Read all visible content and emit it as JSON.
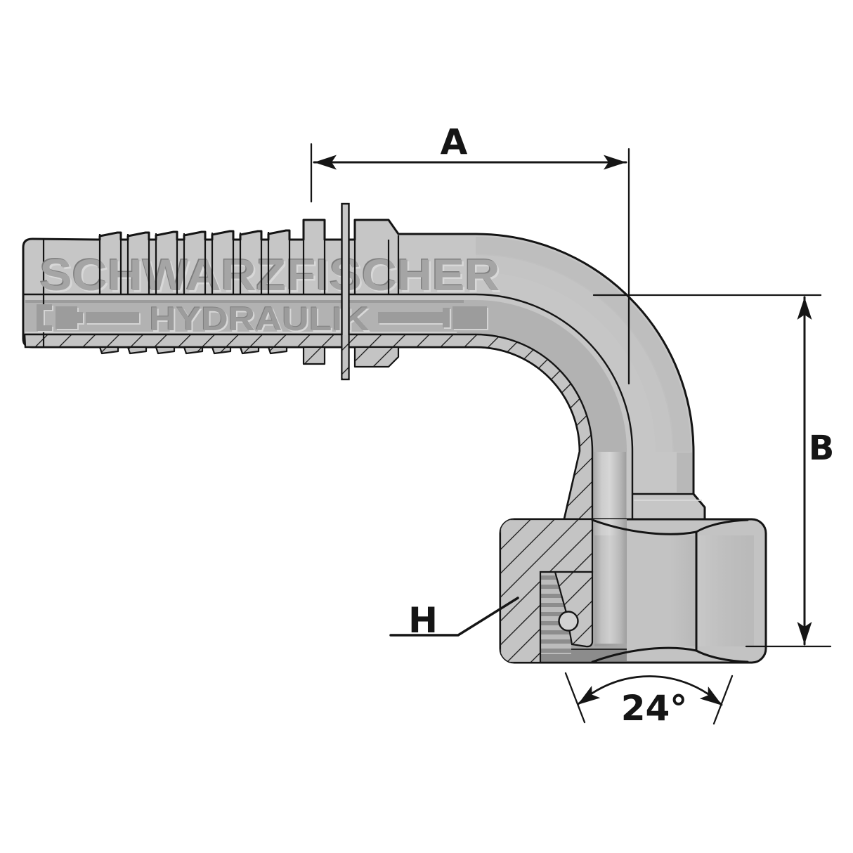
{
  "drawing": {
    "watermark": {
      "line1": "SCHWARZFISCHER",
      "line2": "HYDRAULIK"
    },
    "labels": {
      "dim_a": "A",
      "dim_b": "B",
      "dim_h": "H",
      "seat_angle": "24°"
    },
    "colors": {
      "background": "#ffffff",
      "metal": "#c6c6c6",
      "metal_recess": "#b2b2b2",
      "emboss_dark": "#7e7e7e",
      "emboss_light": "#d8d8d8",
      "outline": "#141414",
      "annotation": "#151515"
    }
  }
}
